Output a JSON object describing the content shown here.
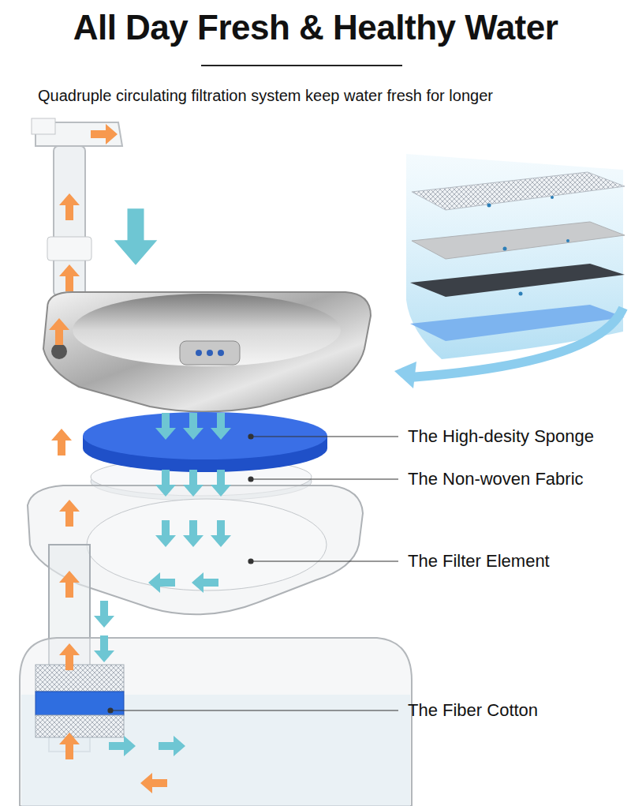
{
  "diagram": {
    "title": "All Day Fresh & Healthy Water",
    "labels": [
      "Quadruple circulating filtration system keep water fresh for longer",
      "The High-desity Sponge",
      "The Non-woven Fabric",
      "The Filter Element",
      "The Fiber Cotton"
    ]
  }
}
